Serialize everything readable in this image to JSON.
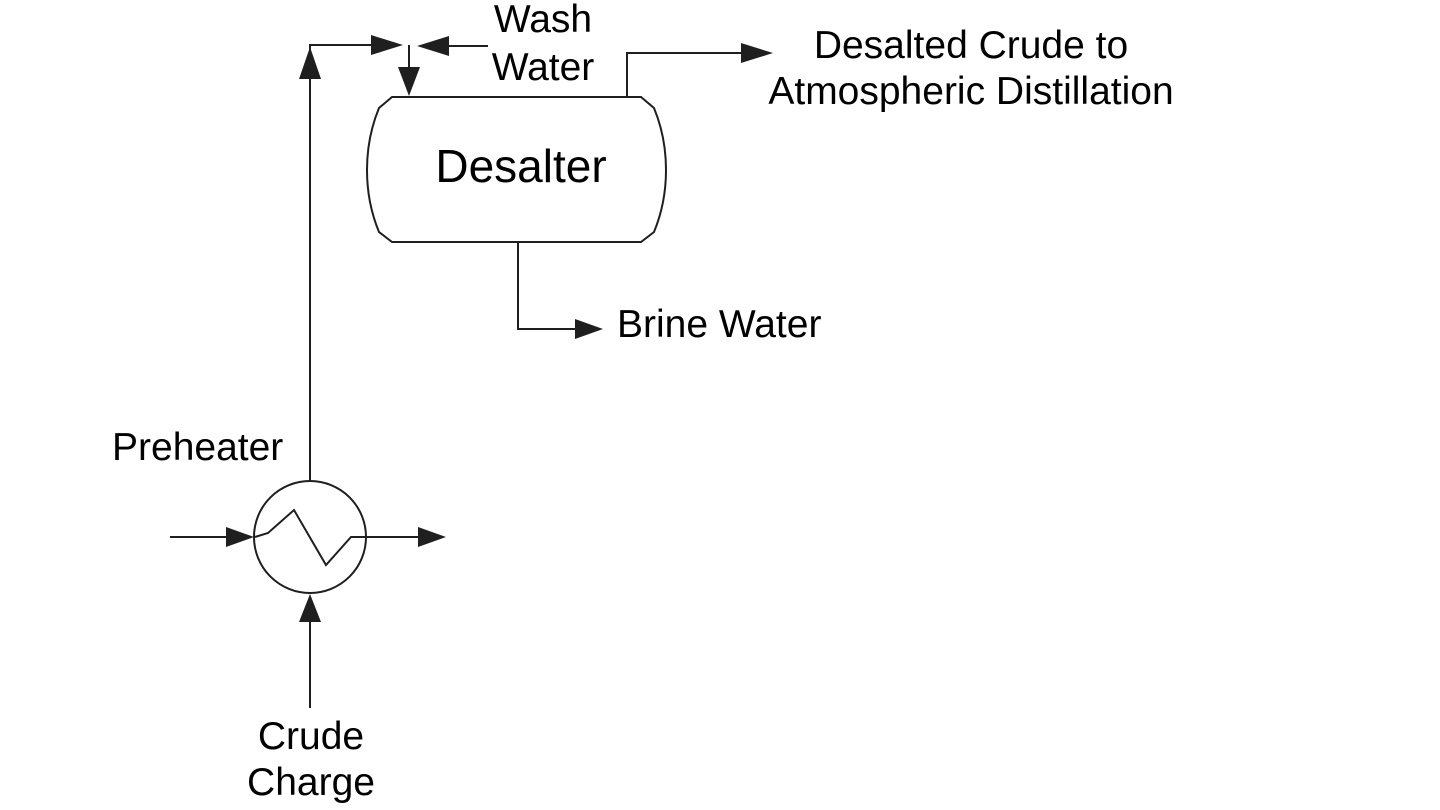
{
  "labels": {
    "wash_water": "Wash\nWater",
    "desalted_crude": "Desalted Crude to\nAtmospheric Distillation",
    "desalter": "Desalter",
    "brine_water": "Brine Water",
    "preheater": "Preheater",
    "crude_charge": "Crude\nCharge"
  },
  "equipment": [
    {
      "id": "preheater",
      "label": "Preheater",
      "symbol": "heat-exchanger-circle-with-coil"
    },
    {
      "id": "desalter",
      "label": "Desalter",
      "symbol": "horizontal-drum-vessel"
    }
  ],
  "streams": [
    {
      "label": "Crude Charge",
      "direction": "up-into-preheater"
    },
    {
      "label": "Wash Water",
      "direction": "left-into-feed-junction"
    },
    {
      "label": "Desalted Crude to Atmospheric Distillation",
      "direction": "right-out-of-desalter-top"
    },
    {
      "label": "Brine Water",
      "direction": "right-out-of-desalter-bottom"
    }
  ],
  "colors": {
    "line": "#1f1f1f",
    "text": "#000000",
    "background": "#ffffff"
  }
}
